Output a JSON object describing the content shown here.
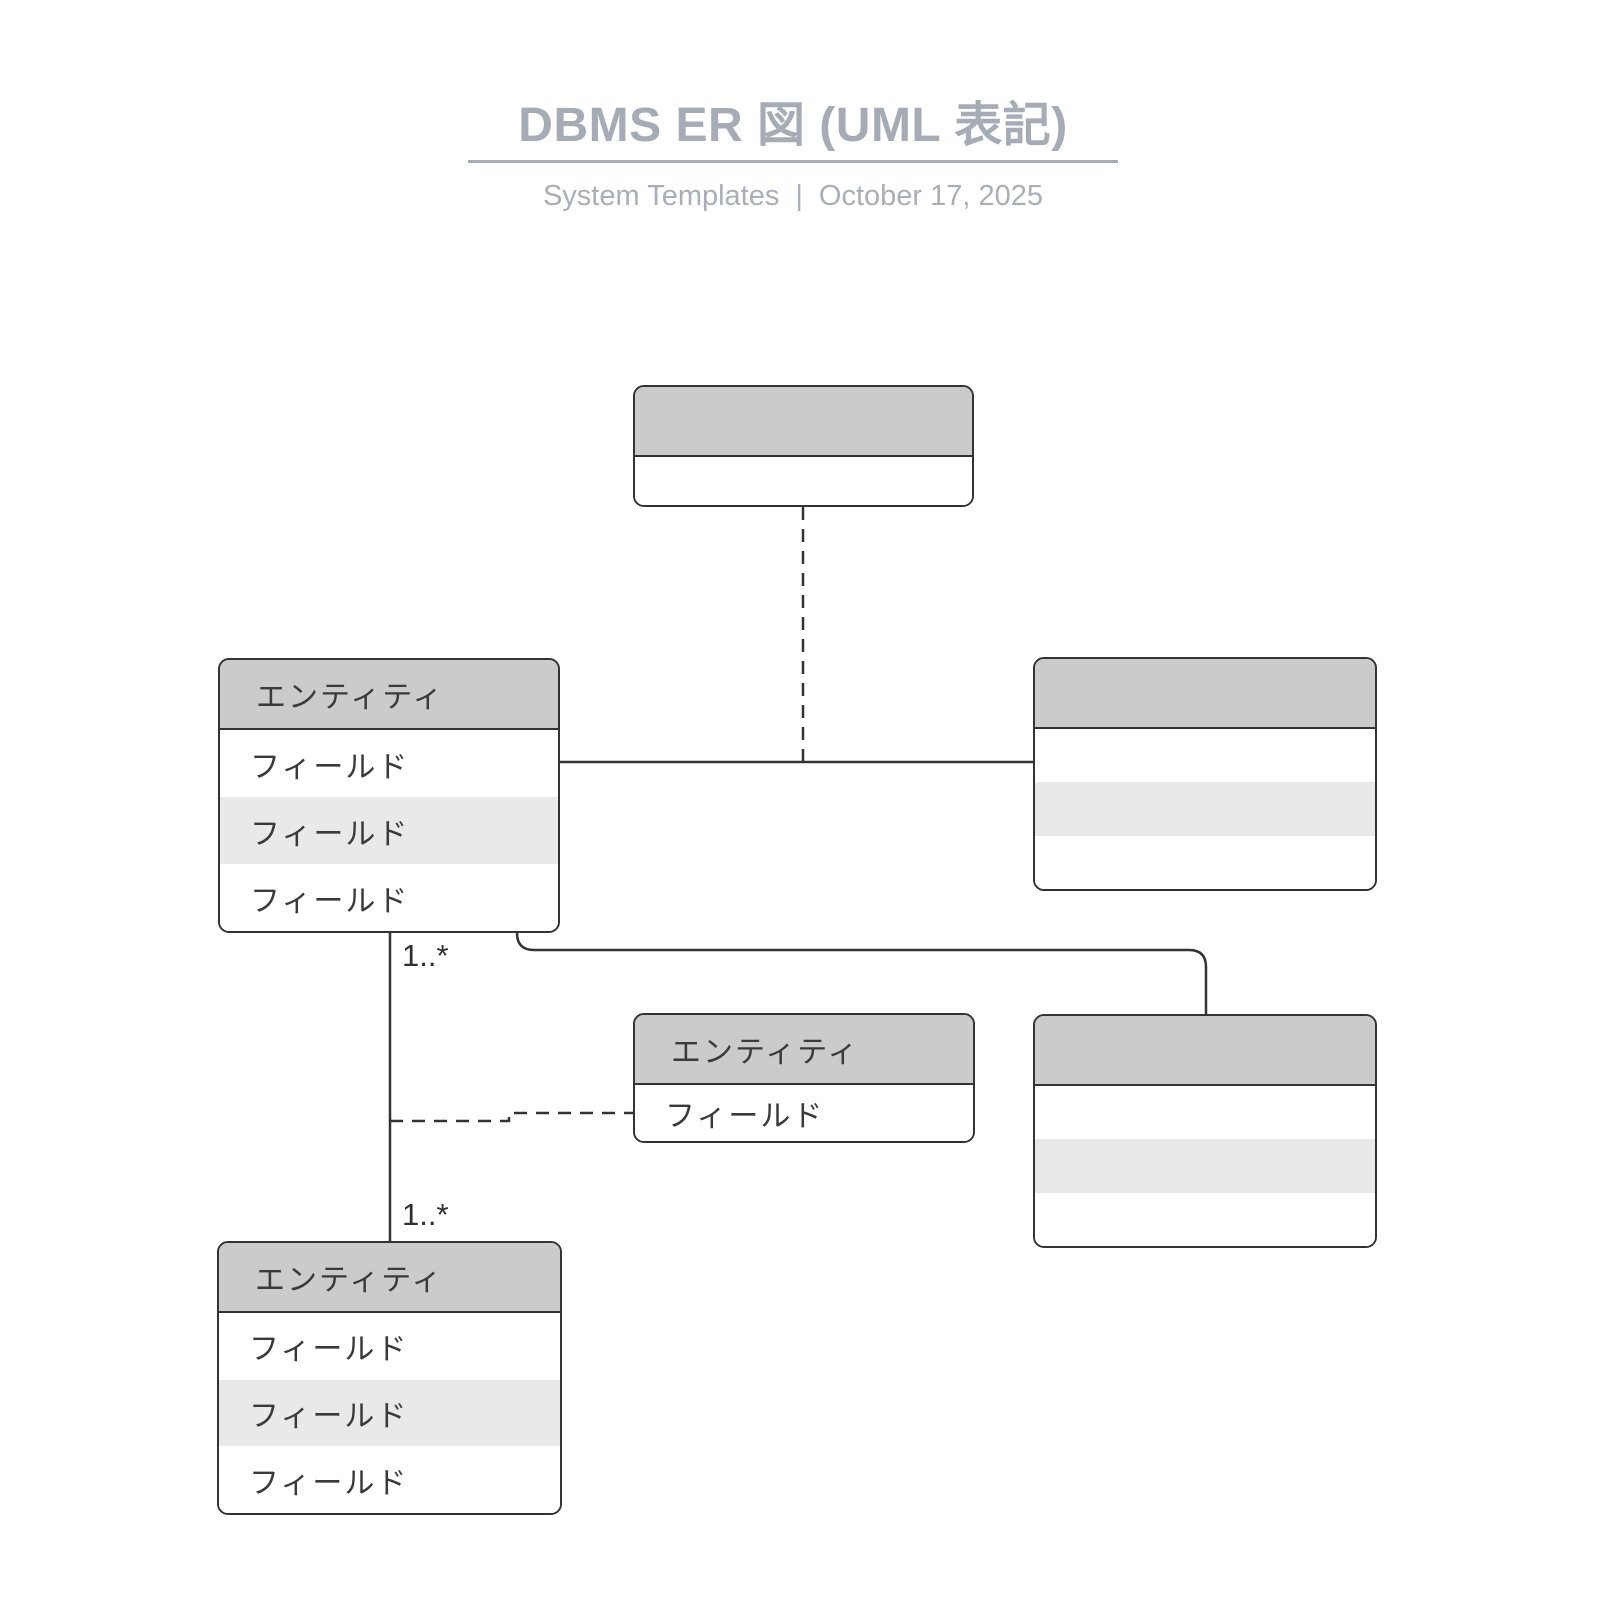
{
  "header": {
    "title": "DBMS ER 図 (UML 表記)",
    "source": "System Templates",
    "separator": "|",
    "date": "October 17, 2025"
  },
  "entities": {
    "top": {
      "name": "",
      "fields": [
        ""
      ]
    },
    "left": {
      "name": "エンティティ",
      "fields": [
        "フィールド",
        "フィールド",
        "フィールド"
      ]
    },
    "right": {
      "name": "",
      "fields": [
        "",
        "",
        ""
      ]
    },
    "center": {
      "name": "エンティティ",
      "fields": [
        "フィールド"
      ]
    },
    "bottom_right": {
      "name": "",
      "fields": [
        "",
        "",
        ""
      ]
    },
    "bottom_left": {
      "name": "エンティティ",
      "fields": [
        "フィールド",
        "フィールド",
        "フィールド"
      ]
    }
  },
  "relationships": {
    "multiplicity_top": "1..*",
    "multiplicity_bottom": "1..*"
  },
  "colors": {
    "entity_header_fill": "#cbcbcb",
    "entity_alt_row_fill": "#e9e9e9",
    "line": "#333333",
    "title_text": "#a6acb5"
  }
}
